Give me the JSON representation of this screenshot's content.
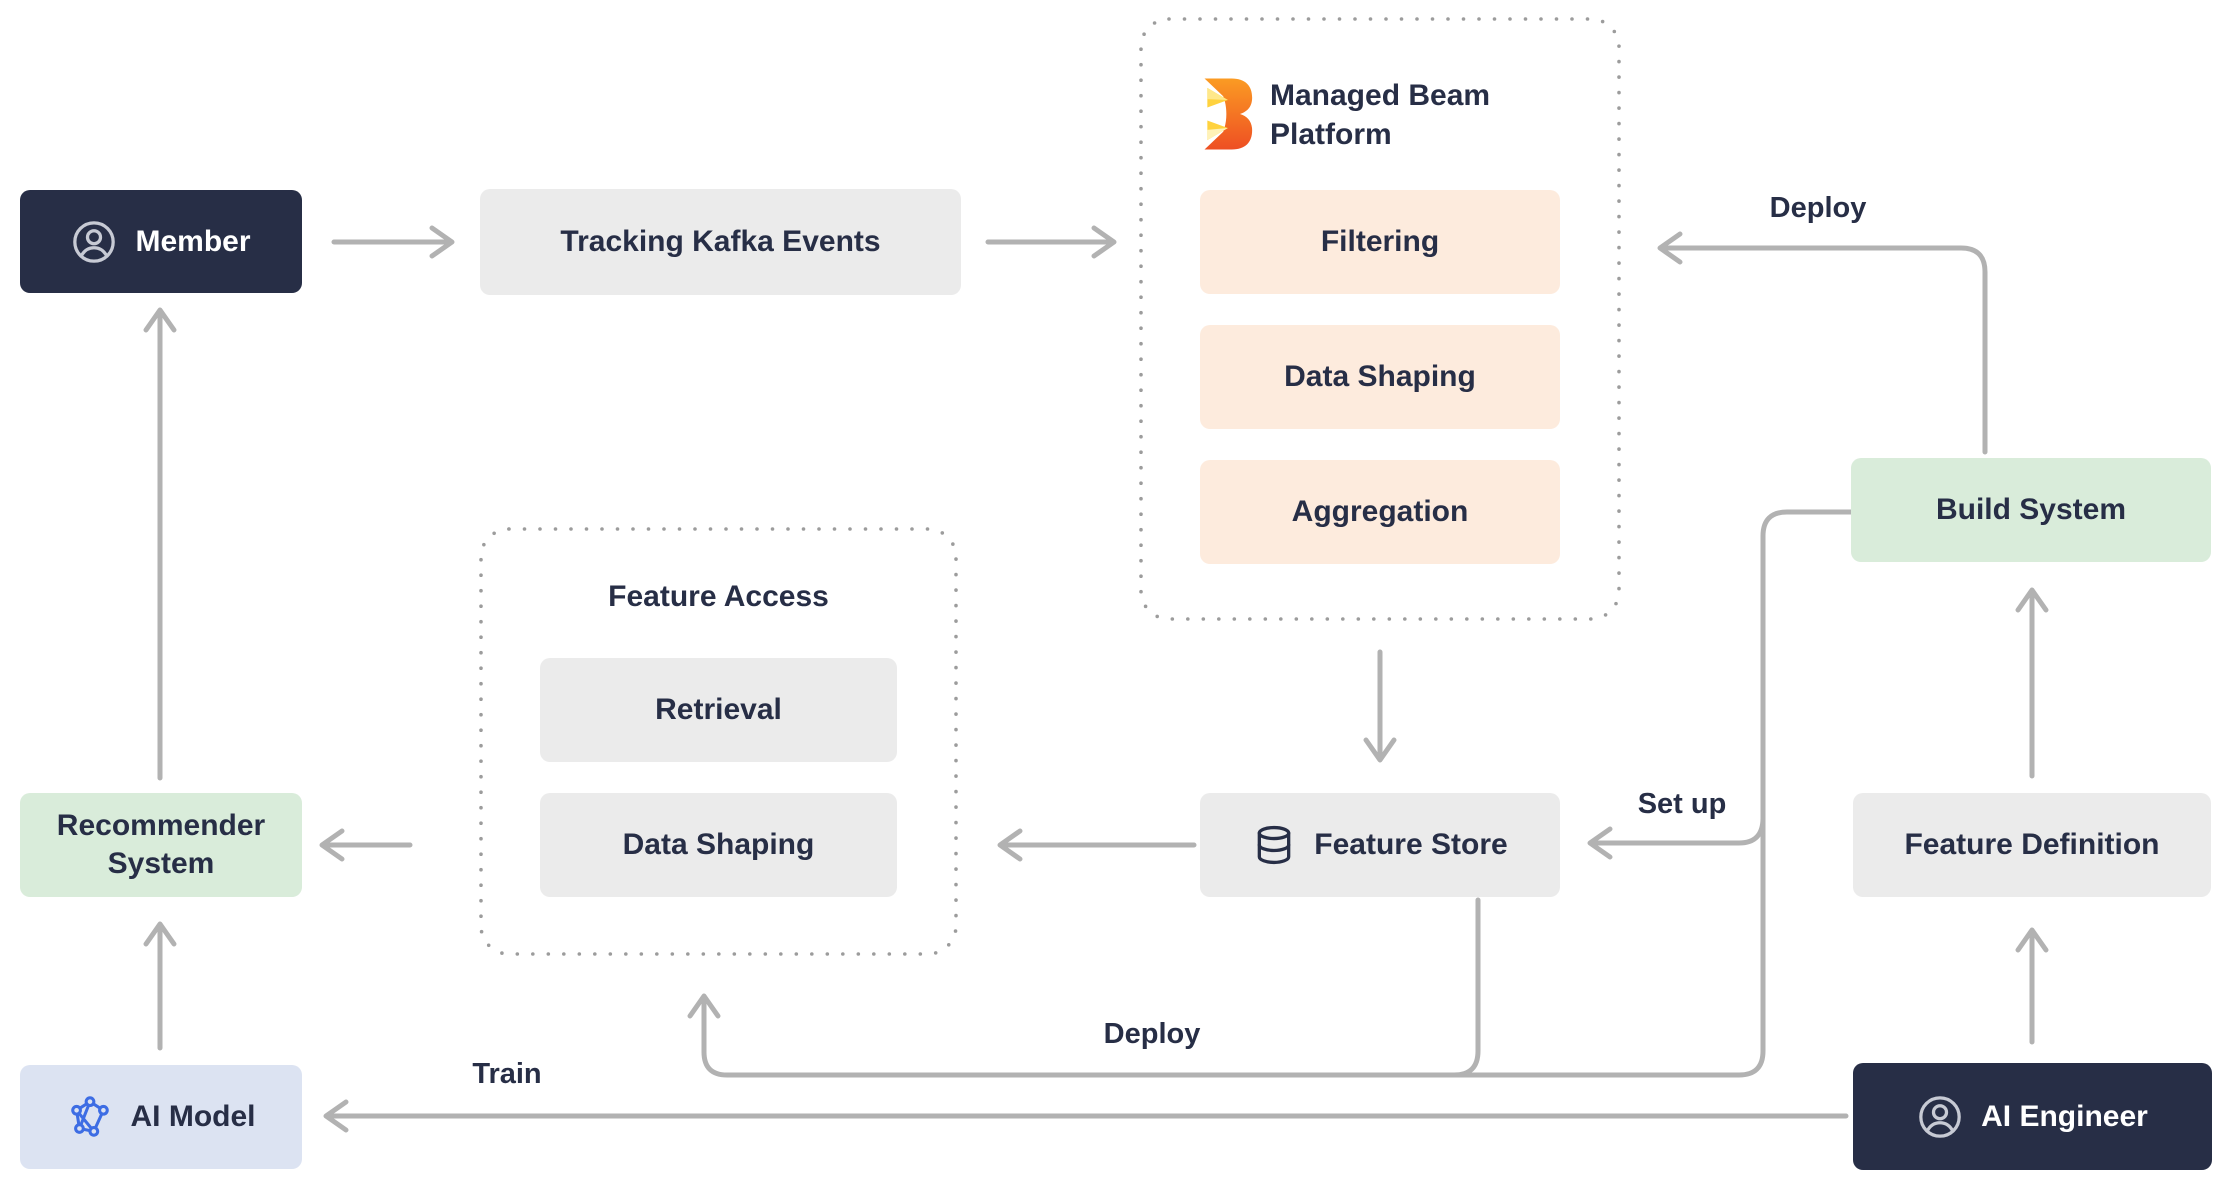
{
  "nodes": {
    "member": {
      "label": "Member"
    },
    "tracking": {
      "label": "Tracking Kafka Events"
    },
    "beam_platform": {
      "title": "Managed Beam Platform",
      "items": [
        "Filtering",
        "Data Shaping",
        "Aggregation"
      ]
    },
    "build_system": {
      "label": "Build System"
    },
    "feature_access": {
      "title": "Feature Access",
      "items": [
        "Retrieval",
        "Data Shaping"
      ]
    },
    "feature_store": {
      "label": "Feature Store"
    },
    "feature_definition": {
      "label": "Feature Definition"
    },
    "recommender_system": {
      "label": "Recommender System"
    },
    "ai_model": {
      "label": "AI Model"
    },
    "ai_engineer": {
      "label": "AI Engineer"
    }
  },
  "edge_labels": {
    "deploy_top": "Deploy",
    "set_up": "Set up",
    "deploy_bottom": "Deploy",
    "train": "Train"
  },
  "icons": {
    "member": "person-circle-icon",
    "ai_engineer": "person-circle-icon",
    "feature_store": "database-icon",
    "ai_model": "network-graph-icon",
    "beam_platform": "apache-beam-logo"
  },
  "colors": {
    "navy": "#272e46",
    "gray_box": "#ebebeb",
    "peach_box": "#fdebdd",
    "green_box": "#d9ecda",
    "lavender_box": "#dce3f2",
    "arrow": "#b2b2b2",
    "dotted_border": "#9c9c9c",
    "icon_blue": "#3d6de4",
    "beam_orange": "#ee4f23"
  }
}
